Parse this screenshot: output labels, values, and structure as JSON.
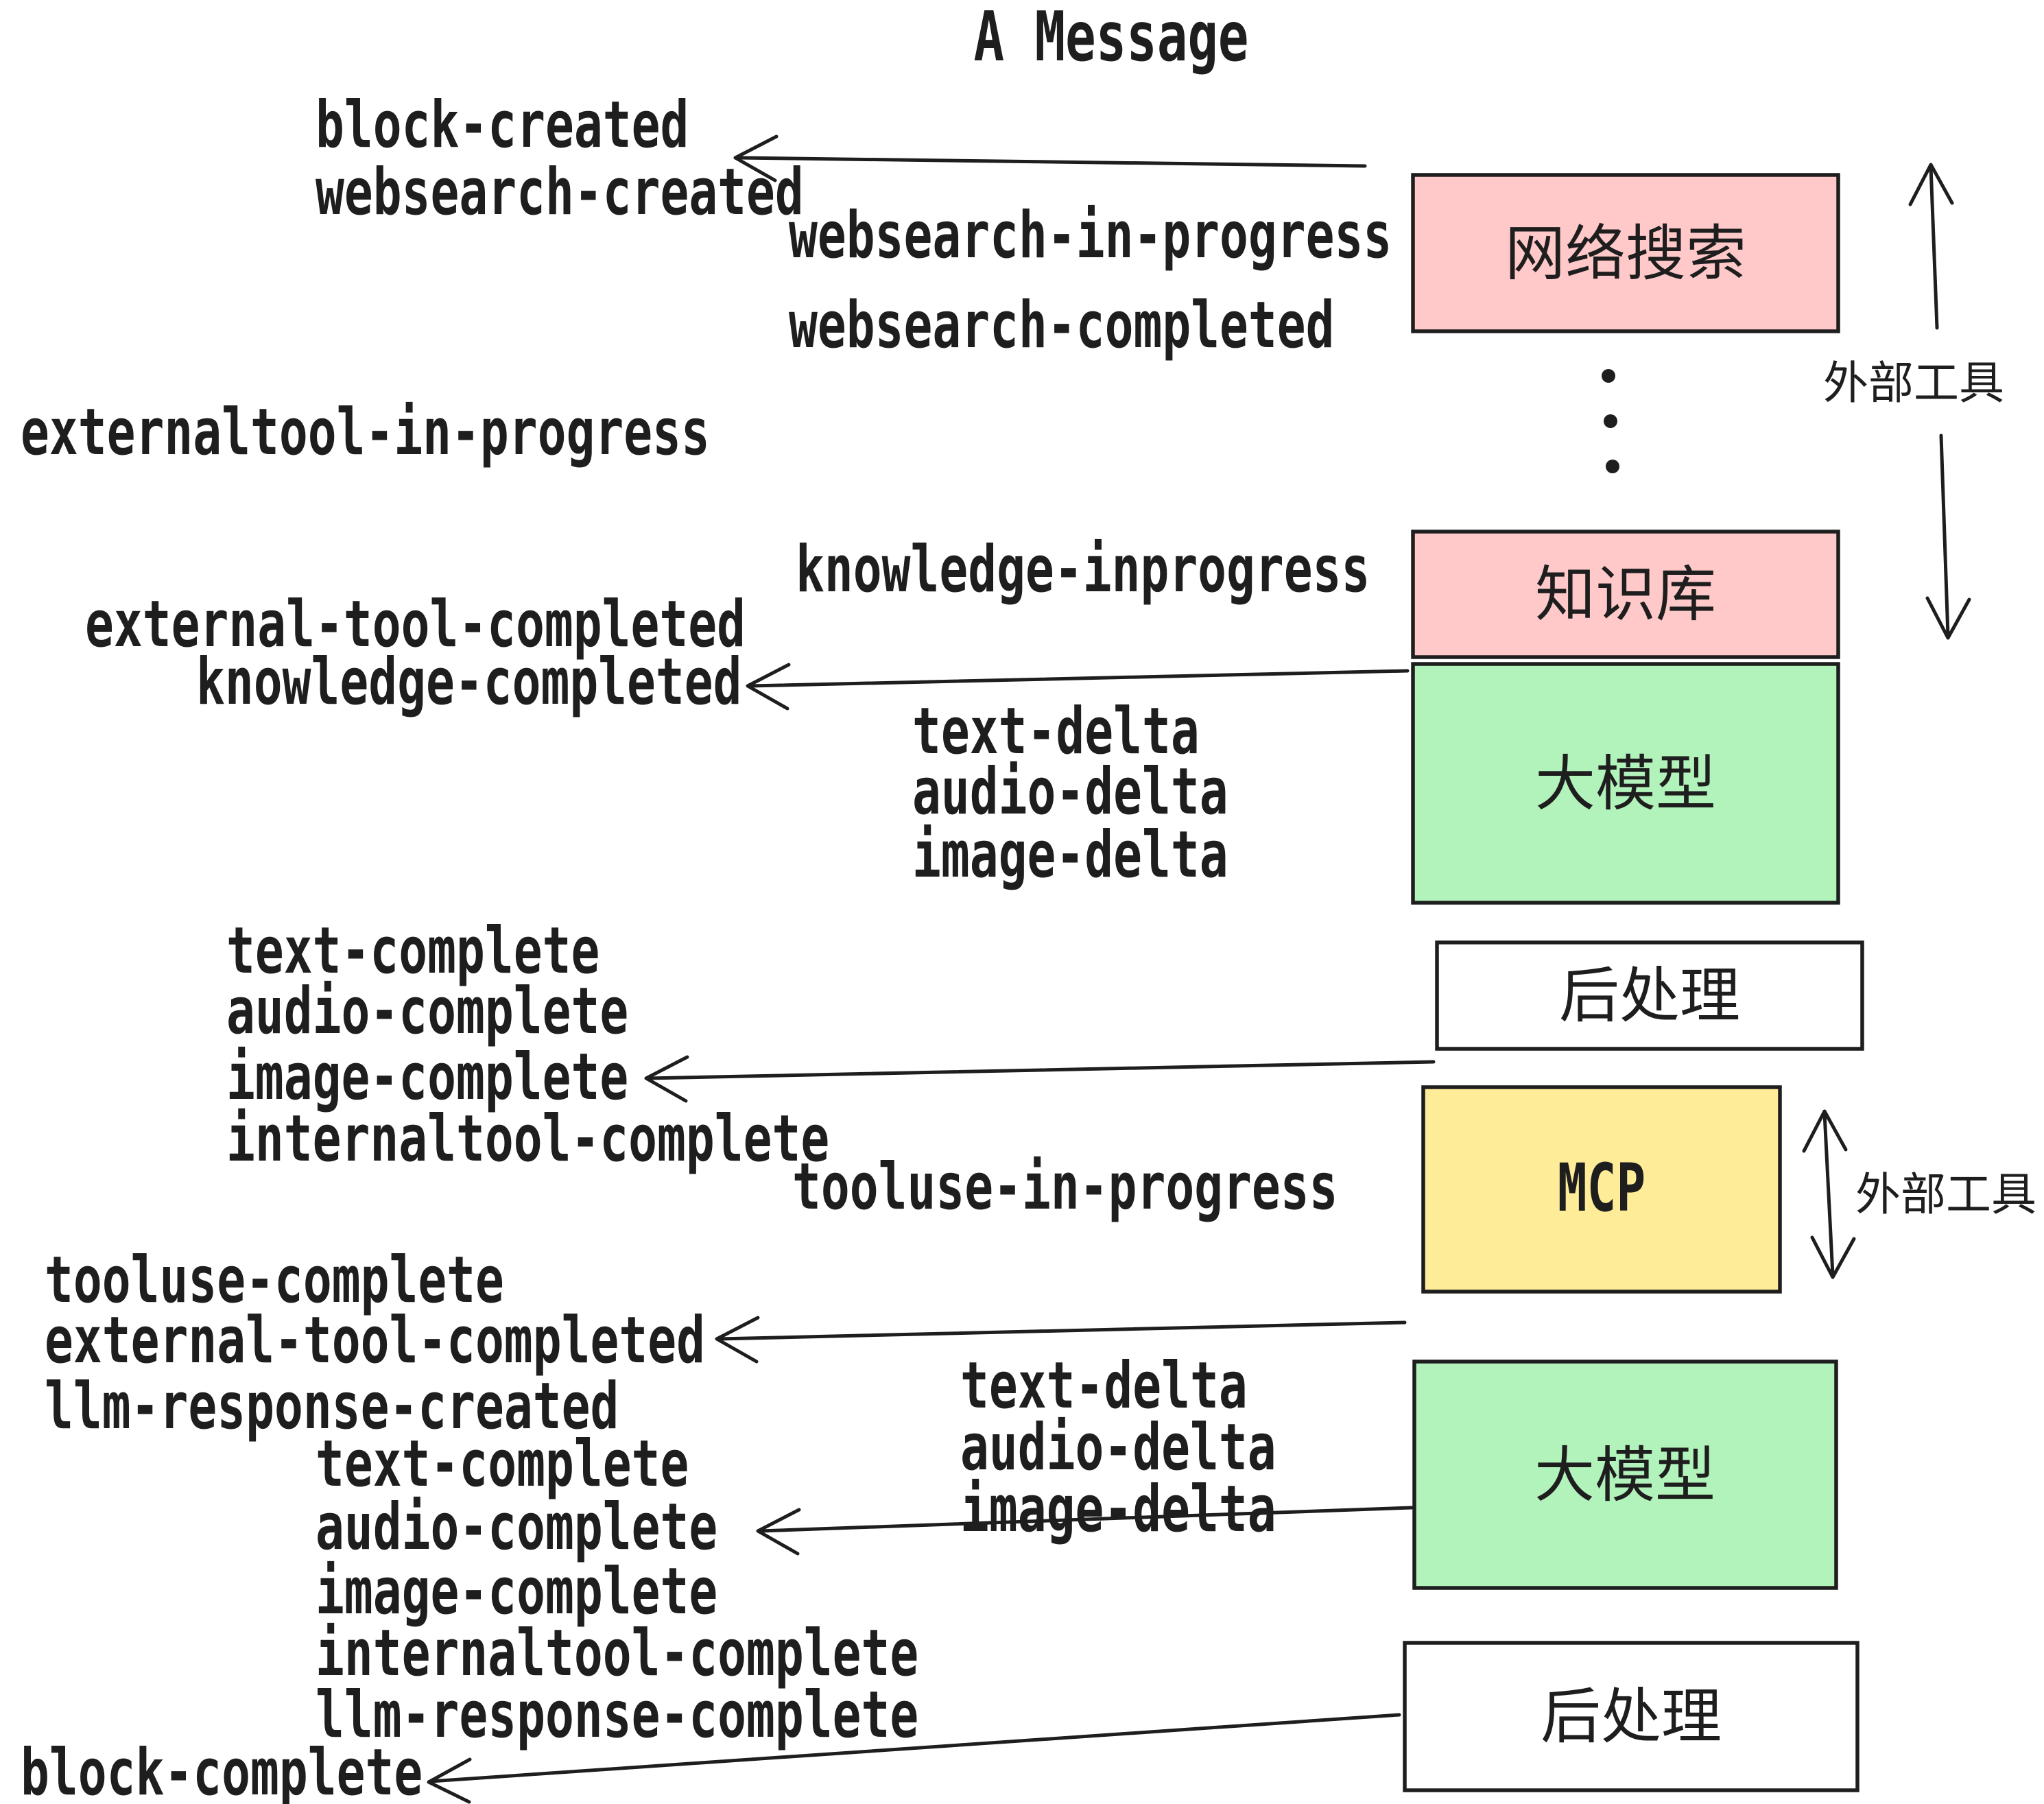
{
  "title": "A Message",
  "events": {
    "block_created": "block-created",
    "websearch_created": "websearch-created",
    "websearch_in_progress": "websearch-in-progress",
    "websearch_completed": "websearch-completed",
    "externaltool_in_progress": "externaltool-in-progress",
    "knowledge_inprogress": "knowledge-inprogress",
    "external_tool_completed": "external-tool-completed",
    "knowledge_completed": "knowledge-completed",
    "text_delta": "text-delta",
    "audio_delta": "audio-delta",
    "image_delta": "image-delta",
    "text_complete": "text-complete",
    "audio_complete": "audio-complete",
    "image_complete": "image-complete",
    "internaltool_complete": "internaltool-complete",
    "tooluse_in_progress": "tooluse-in-progress",
    "tooluse_complete": "tooluse-complete",
    "llm_response_created": "llm-response-created",
    "llm_response_complete": "llm-response-complete",
    "block_complete": "block-complete"
  },
  "boxes": {
    "websearch": {
      "label": "网络搜索",
      "fill": "#ffc9c9"
    },
    "knowledge": {
      "label": "知识库",
      "fill": "#ffc9c9"
    },
    "llm_top": {
      "label": "大模型",
      "fill": "#b2f2bb"
    },
    "postprocess_top": {
      "label": "后处理",
      "fill": "#ffffff"
    },
    "mcp": {
      "label": "MCP",
      "fill": "#ffec99"
    },
    "llm_bottom": {
      "label": "大模型",
      "fill": "#b2f2bb"
    },
    "postprocess_bottom": {
      "label": "后处理",
      "fill": "#ffffff"
    }
  },
  "side_labels": {
    "external_tools_top": "外部工具",
    "external_tools_mid": "外部工具"
  },
  "colors": {
    "stroke": "#1e1e1e",
    "background": "#ffffff",
    "pink": "#ffc9c9",
    "green": "#b2f2bb",
    "yellow": "#ffec99"
  }
}
